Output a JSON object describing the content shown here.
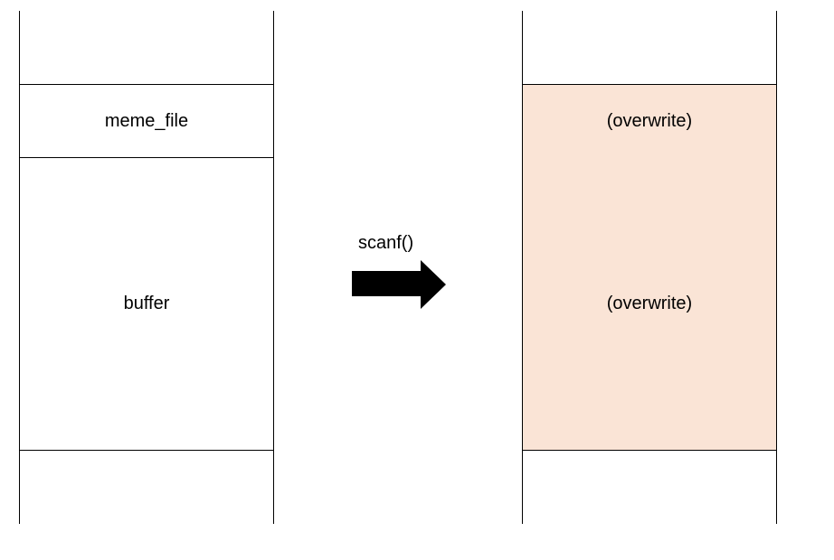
{
  "left_stack": {
    "top_cell": "meme_file",
    "main_cell": "buffer"
  },
  "right_stack": {
    "top_cell": "(overwrite)",
    "main_cell": "(overwrite)",
    "fill_color": "#fae4d6"
  },
  "transition": {
    "label": "scanf()"
  }
}
